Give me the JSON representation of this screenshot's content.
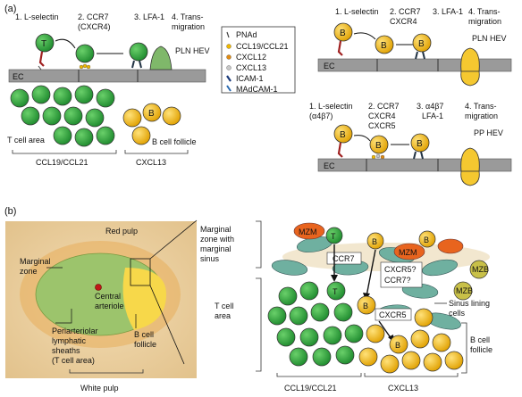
{
  "panel_a": {
    "label": "(a)",
    "left": {
      "steps": [
        "1. L-selectin",
        "2. CCR7",
        "(CXCR4)",
        "3. LFA-1",
        "4. Trans-",
        "migration"
      ],
      "hev_label": "PLN HEV",
      "ec_label": "EC",
      "t_area": "T cell area",
      "b_area": "B cell follicle",
      "ccl": "CCL19/CCL21",
      "cxcl": "CXCL13"
    },
    "legend": [
      "PNAd",
      "CCL19/CCL21",
      "CXCL12",
      "CXCL13",
      "ICAM-1",
      "MAdCAM-1"
    ],
    "right_top": {
      "steps": [
        "1. L-selectin",
        "2. CCR7",
        "CXCR4",
        "3. LFA-1",
        "4. Trans-",
        "migration"
      ],
      "hev_label": "PLN HEV",
      "ec_label": "EC"
    },
    "right_bottom": {
      "steps": [
        "1. L-selectin",
        "(α4β7)",
        "2. CCR7",
        "CXCR4",
        "CXCR5",
        "3. α4β7",
        "LFA-1",
        "4. Trans-",
        "migration"
      ],
      "hev_label": "PP HEV",
      "ec_label": "EC"
    },
    "cell_letters": {
      "t": "T",
      "b": "B"
    }
  },
  "panel_b": {
    "label": "(b)",
    "red_pulp": "Red pulp",
    "marginal_zone": [
      "Marginal",
      "zone"
    ],
    "central_arteriole": [
      "Central",
      "arteriole"
    ],
    "pals": [
      "Periarteriolar",
      "lymphatic",
      "sheaths",
      "(T cell area)"
    ],
    "b_follicle": [
      "B cell",
      "follicle"
    ],
    "white_pulp": "White pulp",
    "mz_sinus": [
      "Marginal",
      "zone with",
      "marginal",
      "sinus"
    ],
    "t_area": [
      "T cell",
      "area"
    ],
    "mzm": "MZM",
    "mzb": "MZB",
    "ccr7": "CCR7",
    "cxcr5q": [
      "CXCR5?",
      "CCR7?"
    ],
    "cxcr5": "CXCR5",
    "sinus_cells": [
      "Sinus lining",
      "cells"
    ],
    "b_follicle_r": [
      "B cell",
      "follicle"
    ],
    "ccl": "CCL19/CCL21",
    "cxcl": "CXCL13"
  },
  "colors": {
    "t_cell": "#2a9a3a",
    "b_cell": "#f0b800",
    "ec": "#9a9a9a",
    "mzm": "#e8641e",
    "sinus": "#7fb8a8",
    "tissue": "#e9cfa0"
  }
}
